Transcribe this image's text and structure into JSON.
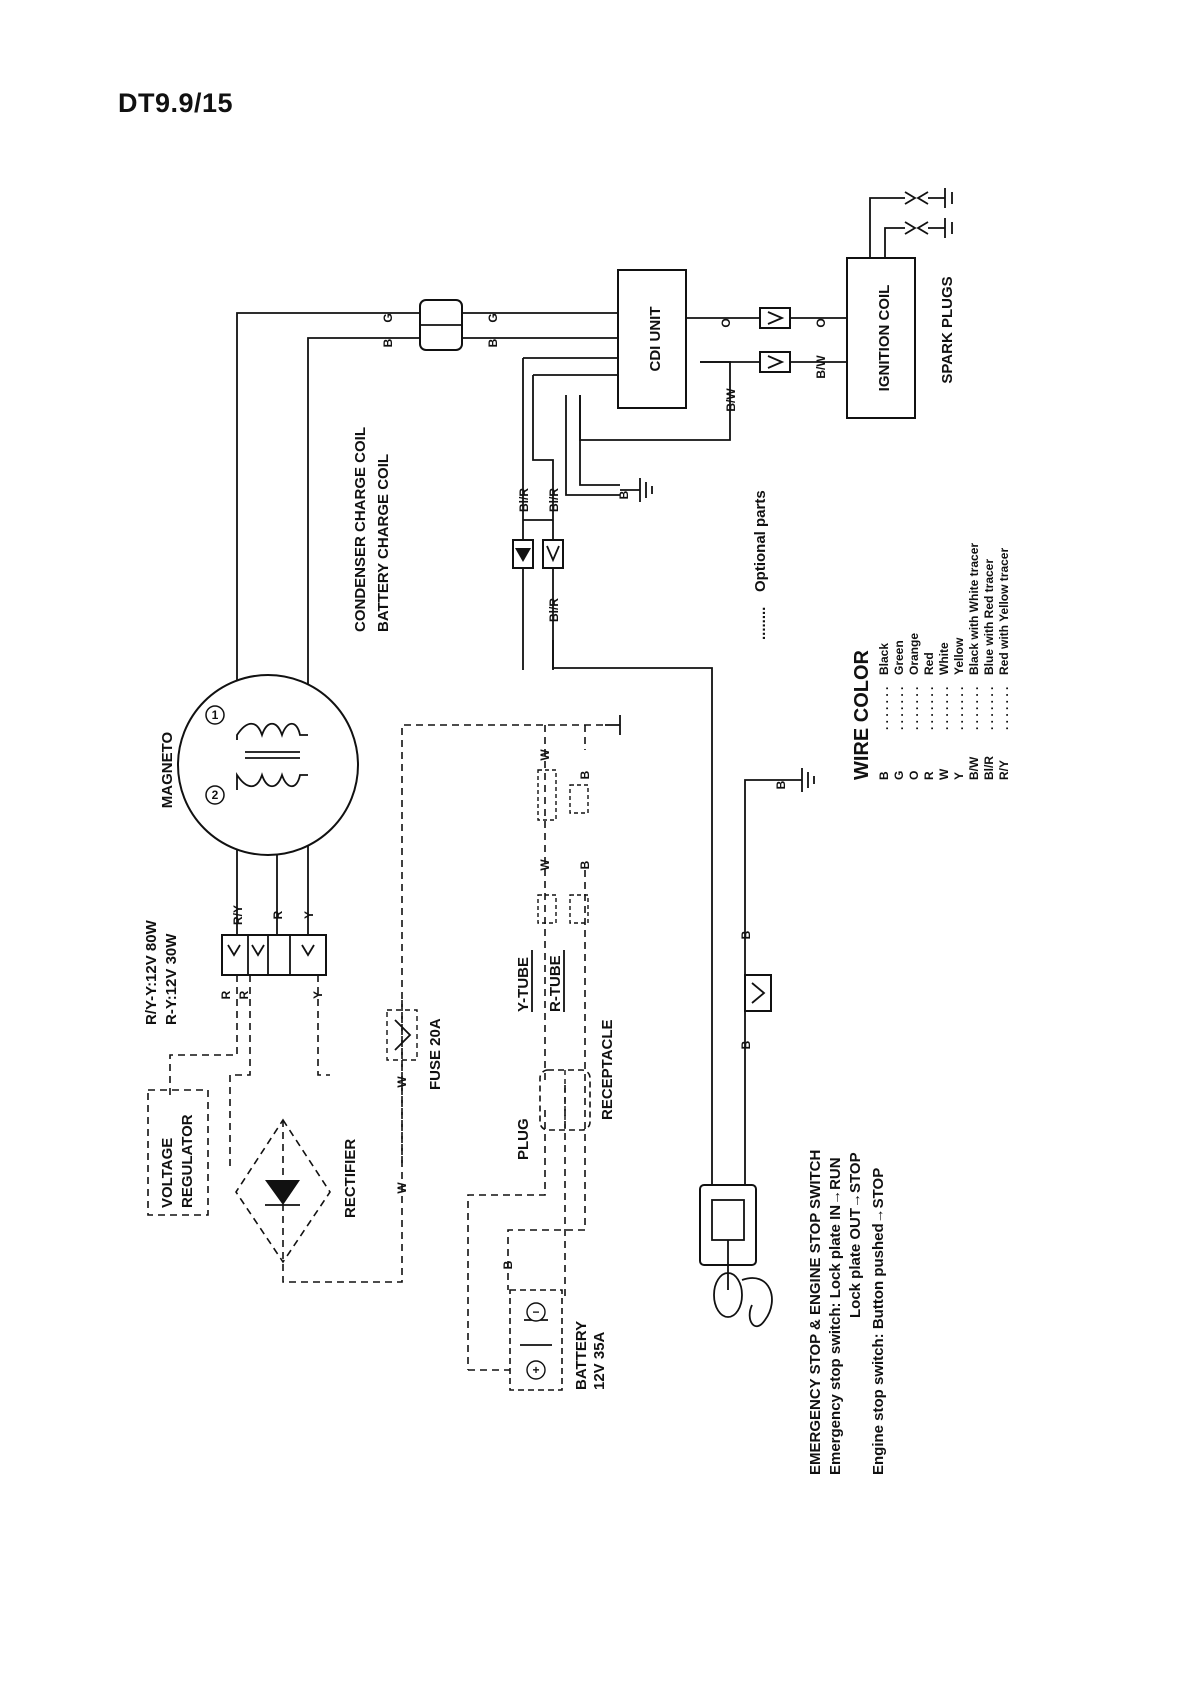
{
  "title": "DT9.9/15",
  "components": {
    "magneto": "MAGNETO",
    "coil1_num": "1",
    "coil2_num": "2",
    "coil1_label": "CONDENSER CHARGE COIL",
    "coil2_label": "BATTERY CHARGE COIL",
    "cdi_unit": "CDI UNIT",
    "ignition_coil": "IGNITION COIL",
    "spark_plugs": "SPARK PLUGS",
    "output_spec_1": "R/Y-Y:12V 80W",
    "output_spec_2": "R-Y:12V 30W",
    "voltage_regulator_1": "VOLTAGE",
    "voltage_regulator_2": "REGULATOR",
    "rectifier": "RECTIFIER",
    "fuse": "FUSE 20A",
    "y_tube": "Y-TUBE",
    "r_tube": "R-TUBE",
    "plug": "PLUG",
    "receptacle": "RECEPTACLE",
    "battery_1": "BATTERY",
    "battery_2": "12V 35A",
    "battery_plus": "+",
    "battery_minus": "−",
    "optional_parts": "Optional parts",
    "optional_dots": "........"
  },
  "wires": {
    "g": "G",
    "b": "B",
    "o": "O",
    "bw": "B/W",
    "blr": "Bl/R",
    "ry": "R/Y",
    "r": "R",
    "y": "Y",
    "w": "W"
  },
  "stop_switch": {
    "title": "EMERGENCY STOP & ENGINE STOP SWITCH",
    "line1": "Emergency stop switch: Lock plate IN→RUN",
    "line2": "Lock plate OUT→STOP",
    "line3": "Engine stop switch: Button pushed→STOP"
  },
  "wire_color": {
    "title": "WIRE COLOR",
    "dots": ". . . . . . .",
    "entries": [
      {
        "code": "B",
        "name": "Black"
      },
      {
        "code": "G",
        "name": "Green"
      },
      {
        "code": "O",
        "name": "Orange"
      },
      {
        "code": "R",
        "name": "Red"
      },
      {
        "code": "W",
        "name": "White"
      },
      {
        "code": "Y",
        "name": "Yellow"
      },
      {
        "code": "B/W",
        "name": "Black with White tracer"
      },
      {
        "code": "Bl/R",
        "name": "Blue with Red tracer"
      },
      {
        "code": "R/Y",
        "name": "Red with Yellow tracer"
      }
    ]
  }
}
